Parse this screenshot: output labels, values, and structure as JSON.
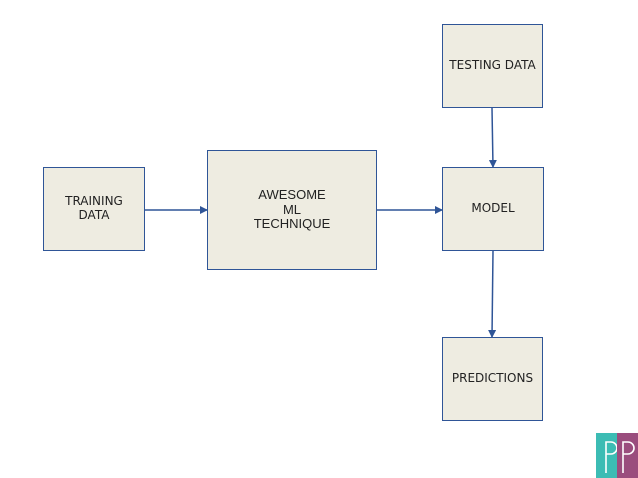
{
  "nodes": {
    "training_data": [
      "TRAINING",
      "DATA"
    ],
    "awesome_ml": [
      "AWESOME",
      "ML",
      "TECHNIQUE"
    ],
    "testing_data": [
      "TESTING DATA"
    ],
    "model": [
      "MODEL"
    ],
    "predictions": [
      "PREDICTIONS"
    ]
  },
  "colors": {
    "node_fill": "#eeece1",
    "node_border": "#2f5597",
    "arrow": "#2f5597",
    "logo_teal": "#3cbcb4",
    "logo_purple": "#9a4d7d"
  },
  "logo": {
    "name": "pp-logo-icon"
  }
}
